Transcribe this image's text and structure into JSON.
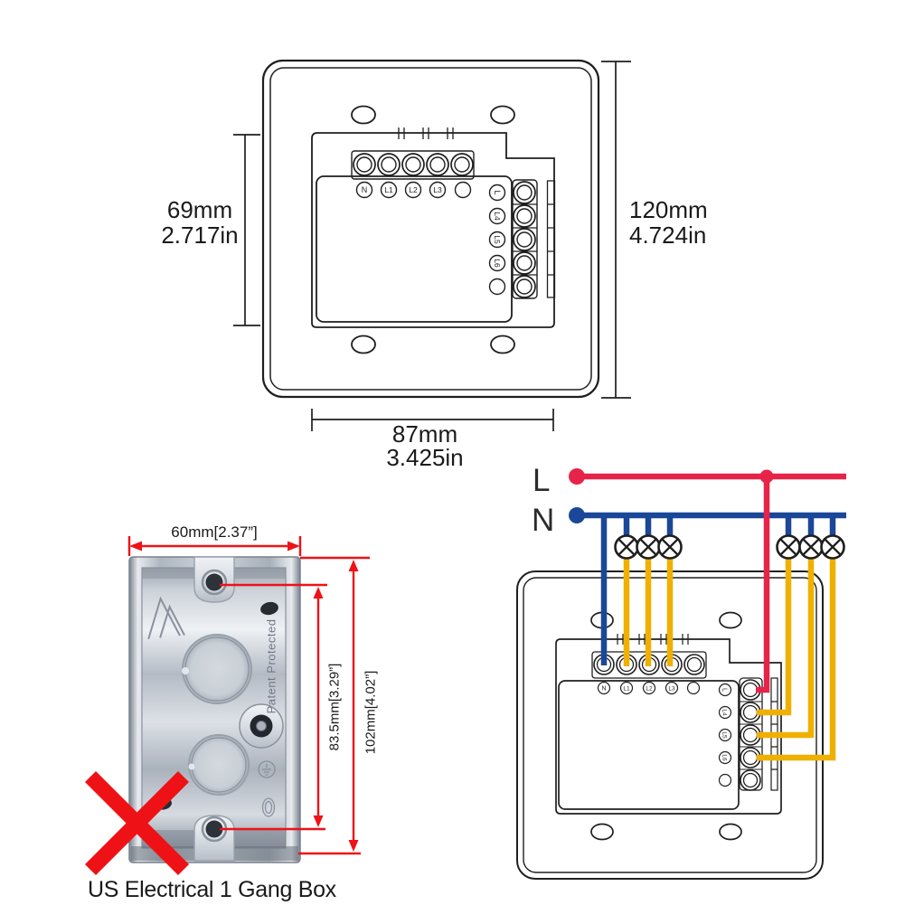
{
  "colors": {
    "ink": "#1F1F1F",
    "wire_live": "#E62449",
    "wire_neutral": "#1A4798",
    "wire_load": "#EFB000",
    "annotation_red": "#EE1216"
  },
  "top_device": {
    "top_terminals": [
      "N",
      "L1",
      "L2",
      "L3"
    ],
    "side_terminals": [
      "L",
      "L4",
      "L5",
      "L6"
    ]
  },
  "dimensions": {
    "module_height_mm": "69mm",
    "module_height_in": "2.717in",
    "plate_height_mm": "120mm",
    "plate_height_in": "4.724in",
    "module_width_mm": "87mm",
    "module_width_in": "3.425in"
  },
  "gang_box": {
    "width_label": "60mm[2.37”]",
    "screw_span_label": "83.5mm[3.29”]",
    "height_label": "102mm[4.02”]",
    "embossed_text": "Patent Protected",
    "caption": "US Electrical 1 Gang Box"
  },
  "wiring": {
    "live_label": "L",
    "neutral_label": "N",
    "switch": {
      "top_terminals": [
        "N",
        "L1",
        "L2",
        "L3"
      ],
      "side_terminals": [
        "L",
        "L4",
        "L5",
        "L6"
      ]
    }
  }
}
